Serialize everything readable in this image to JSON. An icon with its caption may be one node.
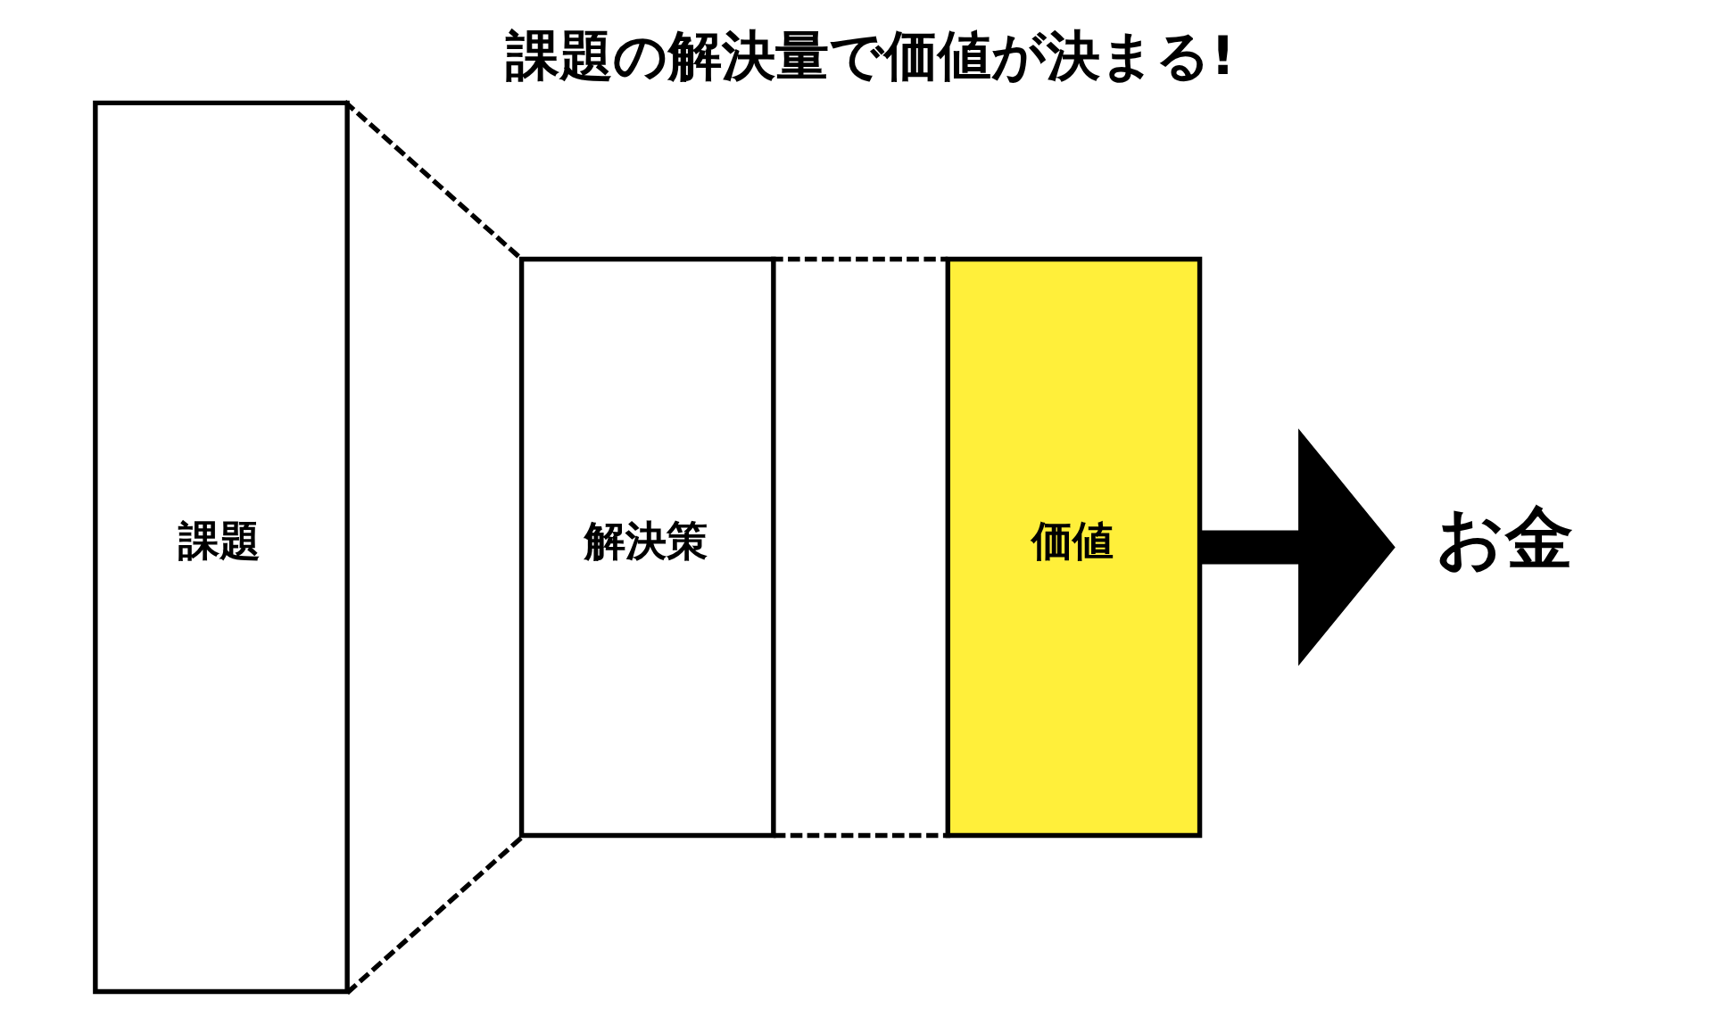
{
  "diagram": {
    "title": "課題の解決量で価値が決まる!",
    "nodes": [
      {
        "text": [
          "課題"
        ]
      },
      {
        "text": [
          "解決策"
        ]
      },
      {
        "text": [
          "価値"
        ]
      },
      {
        "text": [
          "お金"
        ]
      }
    ],
    "edges": [
      {
        "from": 0,
        "to": 1,
        "arrow": "none",
        "style": "dashed"
      },
      {
        "from": 0,
        "to": 1,
        "arrow": "none",
        "style": "dashed"
      },
      {
        "from": 1,
        "to": 2,
        "arrow": "none",
        "style": "dashed"
      },
      {
        "from": 1,
        "to": 2,
        "arrow": "none",
        "style": "dashed"
      },
      {
        "from": 2,
        "to": 3,
        "arrow": "to",
        "style": "thick"
      }
    ]
  }
}
